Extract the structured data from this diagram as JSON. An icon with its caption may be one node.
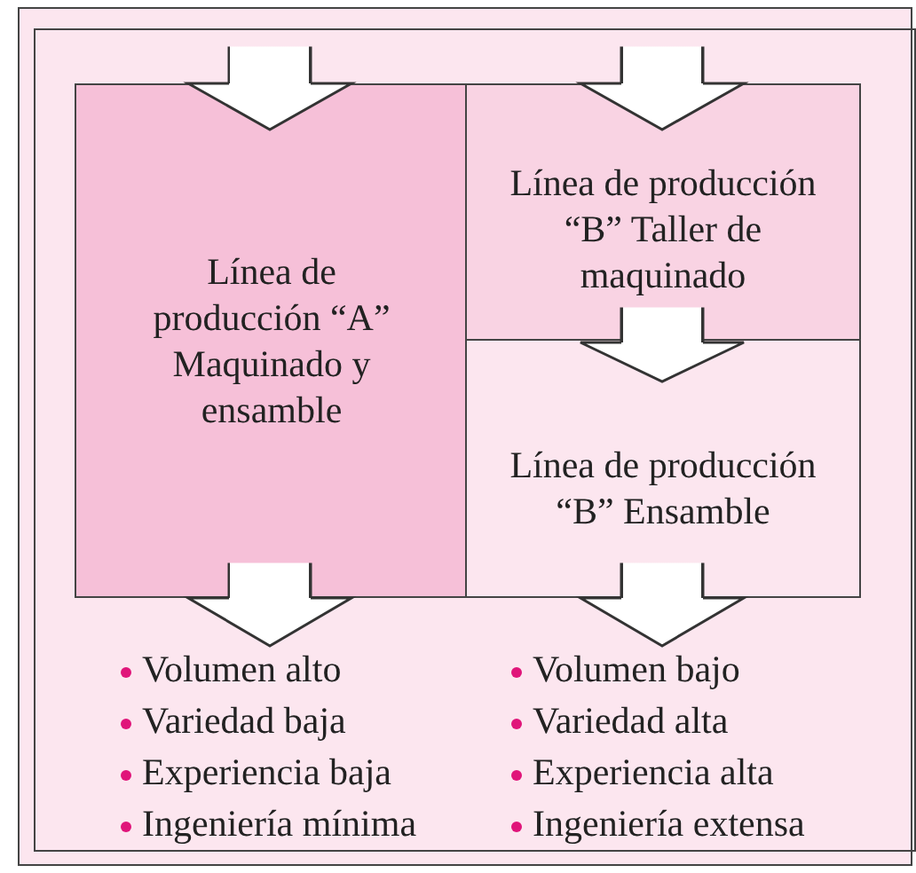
{
  "diagram": {
    "nodes": [
      {
        "text": [
          "Línea de producción “A” Maquinado y ensamble"
        ]
      },
      {
        "text": [
          "Línea de producción “B” Taller de maquinado"
        ]
      },
      {
        "text": [
          "Línea de producción “B” Ensamble"
        ]
      },
      {
        "text": [
          "Volumen alto",
          "Variedad baja",
          "Experiencia baja",
          "Ingeniería mínima"
        ]
      },
      {
        "text": [
          "Volumen bajo",
          "Variedad alta",
          "Experiencia alta",
          "Ingeniería extensa"
        ]
      }
    ],
    "edges": [
      {
        "from": null,
        "to": 0,
        "arrow": "to"
      },
      {
        "from": null,
        "to": 1,
        "arrow": "to"
      },
      {
        "from": 1,
        "to": 2,
        "arrow": "to"
      },
      {
        "from": 0,
        "to": 3,
        "arrow": "to"
      },
      {
        "from": 2,
        "to": 4,
        "arrow": "to"
      }
    ]
  }
}
